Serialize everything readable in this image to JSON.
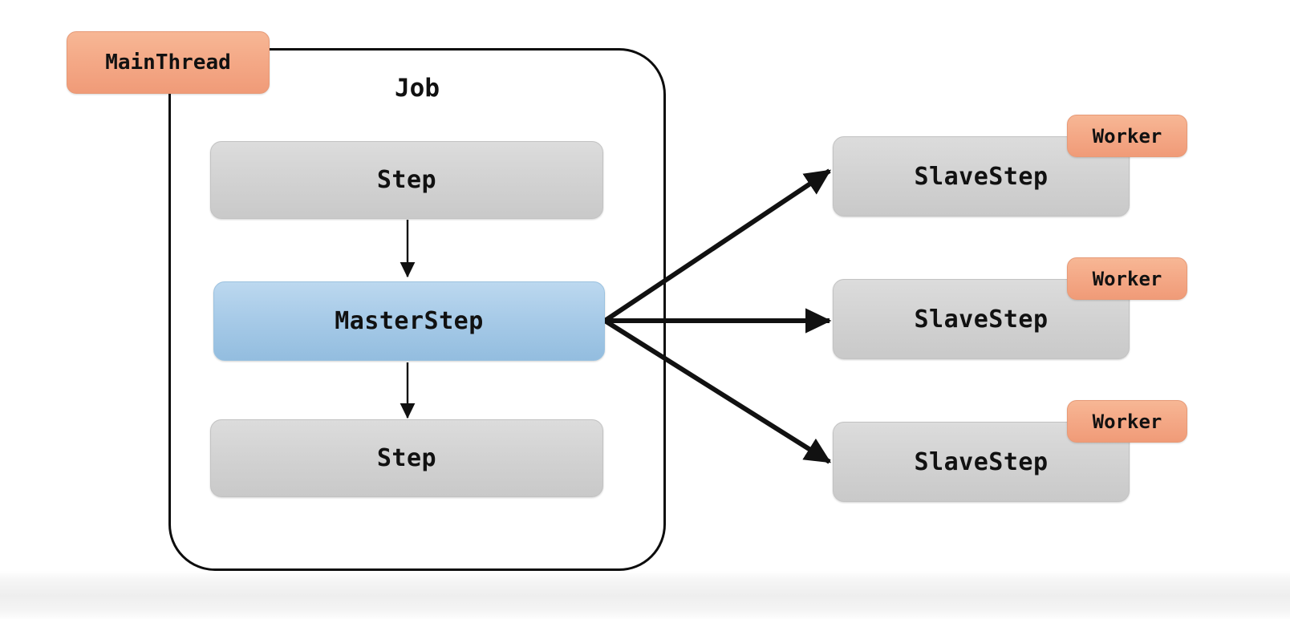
{
  "diagram": {
    "title": "Job",
    "background_color": "#ffffff",
    "colors": {
      "gray_node": "#d3d3d3",
      "blue_node": "#a8cbe8",
      "tag_orange": "#f4a886",
      "border_black": "#0d0d0d",
      "text": "#111111"
    }
  },
  "container": {
    "label": "Job"
  },
  "main_thread": {
    "label": "MainThread"
  },
  "job_steps": [
    {
      "label": "Step",
      "kind": "gray"
    },
    {
      "label": "MasterStep",
      "kind": "blue"
    },
    {
      "label": "Step",
      "kind": "gray"
    }
  ],
  "slave_steps": [
    {
      "label": "SlaveStep",
      "tag": "Worker"
    },
    {
      "label": "SlaveStep",
      "tag": "Worker"
    },
    {
      "label": "SlaveStep",
      "tag": "Worker"
    }
  ]
}
